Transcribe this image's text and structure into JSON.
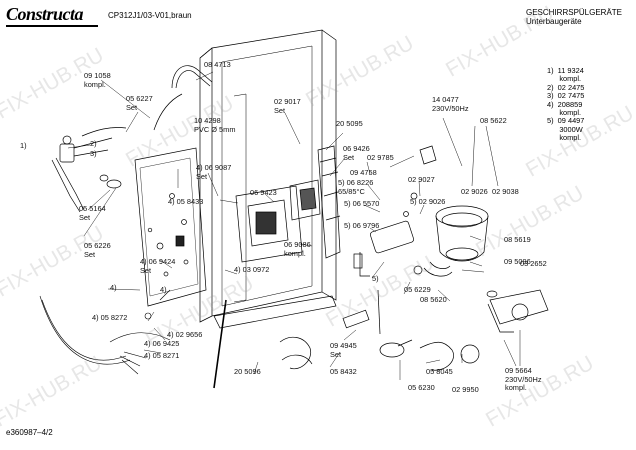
{
  "header": {
    "brand": "Constructa",
    "model": "CP312J1/03-V01,braun",
    "category": "GESCHIRRSPÜLGERÄTE",
    "subcategory": "Unterbaugeräte"
  },
  "legend": [
    "1)  11 9324",
    "      kompl.",
    "2)  02 2475",
    "3)  02 7475",
    "4)  208859",
    "      kompl.",
    "5)  09 4497",
    "      3000W",
    "      kompl."
  ],
  "footer": "e360987–4/2",
  "watermark": "FIX-HUB.RU",
  "labels": [
    {
      "id": "p091058",
      "text": "09 1058\nkompl."
    },
    {
      "id": "p084713",
      "text": "08 4713"
    },
    {
      "id": "p056227",
      "text": "05 6227\nSet"
    },
    {
      "id": "p1",
      "text": "1)"
    },
    {
      "id": "p2",
      "text": "2)"
    },
    {
      "id": "p3",
      "text": "3)"
    },
    {
      "id": "p055164",
      "text": "05 5164\nSet"
    },
    {
      "id": "p056226",
      "text": "05 6226\nSet"
    },
    {
      "id": "p4a",
      "text": "4)"
    },
    {
      "id": "p058272",
      "text": "4) 05 8272"
    },
    {
      "id": "p069425",
      "text": "4) 06 9425"
    },
    {
      "id": "p058271",
      "text": "4) 05 8271"
    },
    {
      "id": "p029656",
      "text": "4) 02 9656"
    },
    {
      "id": "p104298",
      "text": "10 4298\nPVC Ø 5mm"
    },
    {
      "id": "p069087",
      "text": "4) 06 9087\nSet"
    },
    {
      "id": "p058433",
      "text": "4) 05 8433"
    },
    {
      "id": "p069424",
      "text": "4) 06 9424\nSet"
    },
    {
      "id": "p4b",
      "text": "4)"
    },
    {
      "id": "p029017",
      "text": "02 9017\nSet"
    },
    {
      "id": "p205095",
      "text": "20 5095"
    },
    {
      "id": "p069423",
      "text": "06 9423"
    },
    {
      "id": "p069426",
      "text": "06 9426\nSet"
    },
    {
      "id": "p069086",
      "text": "06 9086\nkompl."
    },
    {
      "id": "p030972",
      "text": "4) 03 0972"
    },
    {
      "id": "p029785",
      "text": "02 9785"
    },
    {
      "id": "p094758",
      "text": "09 4758"
    },
    {
      "id": "p068226",
      "text": "5) 06 8226\n65/85°C"
    },
    {
      "id": "p065570",
      "text": "5) 06 5570"
    },
    {
      "id": "p069796",
      "text": "5) 06 9796"
    },
    {
      "id": "p5",
      "text": "5)"
    },
    {
      "id": "p029027",
      "text": "02 9027"
    },
    {
      "id": "p029026a",
      "text": "5) 02 9026"
    },
    {
      "id": "p140477",
      "text": "14 0477\n230V/50Hz"
    },
    {
      "id": "p085622",
      "text": "08 5622"
    },
    {
      "id": "p029026b",
      "text": "02 9026"
    },
    {
      "id": "p029038",
      "text": "02 9038"
    },
    {
      "id": "p085619",
      "text": "08 5619"
    },
    {
      "id": "p095096",
      "text": "09 5096"
    },
    {
      "id": "p032652",
      "text": "03 2652"
    },
    {
      "id": "p056229",
      "text": "05 6229"
    },
    {
      "id": "p085620",
      "text": "08 5620"
    },
    {
      "id": "p094945",
      "text": "09 4945\nSet"
    },
    {
      "id": "p058432",
      "text": "05 8432"
    },
    {
      "id": "p205096",
      "text": "20 5096"
    },
    {
      "id": "p056230",
      "text": "05 6230"
    },
    {
      "id": "p058045",
      "text": "05 8045"
    },
    {
      "id": "p029950",
      "text": "02 9950"
    },
    {
      "id": "p095664",
      "text": "09 5664\n230V/50Hz\nkompl."
    }
  ]
}
